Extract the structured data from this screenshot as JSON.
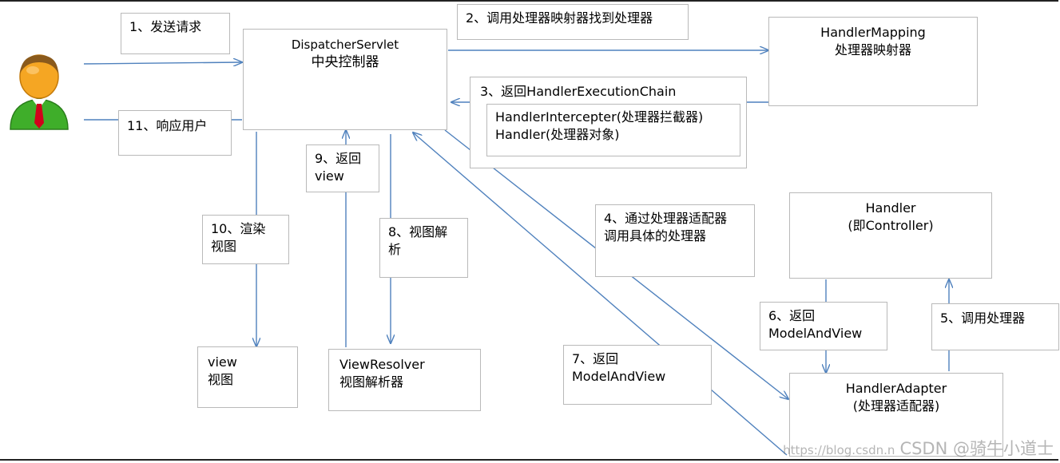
{
  "dispatcher": {
    "line1": "DispatcherServlet",
    "line2": "中央控制器"
  },
  "handler_mapping": {
    "line1": "HandlerMapping",
    "line2": "处理器映射器"
  },
  "chain": {
    "title": "3、返回HandlerExecutionChain",
    "line1": "HandlerIntercepter(处理器拦截器)",
    "line2": "Handler(处理器对象)"
  },
  "handler": {
    "line1": "Handler",
    "line2": "(即Controller)"
  },
  "handler_adapter": {
    "line1": "HandlerAdapter",
    "line2": "(处理器适配器)"
  },
  "view_resolver": {
    "line1": "ViewResolver",
    "line2": "视图解析器"
  },
  "view": {
    "line1": "view",
    "line2": "视图"
  },
  "steps": {
    "s1": "1、发送请求",
    "s2": "2、调用处理器映射器找到处理器",
    "s4_line1": "4、通过处理器适配器",
    "s4_line2": "调用具体的处理器",
    "s5": "5、调用处理器",
    "s6_line1": "6、返回",
    "s6_line2": "ModelAndView",
    "s7_line1": "7、返回",
    "s7_line2": "ModelAndView",
    "s8_line1": "8、视图解",
    "s8_line2": "析",
    "s9_line1": "9、返回",
    "s9_line2": "view",
    "s10_line1": "10、渲染",
    "s10_line2": "视图",
    "s11": "11、响应用户"
  },
  "watermark": {
    "url": "https://blog.csdn.n",
    "brand": "CSDN @骑牛小道士"
  },
  "colors": {
    "arrow": "#4f81bd",
    "box_border": "#b9b9b9",
    "user_skin": "#f5a623",
    "user_body": "#3fae2a",
    "user_tie": "#d0021b"
  }
}
